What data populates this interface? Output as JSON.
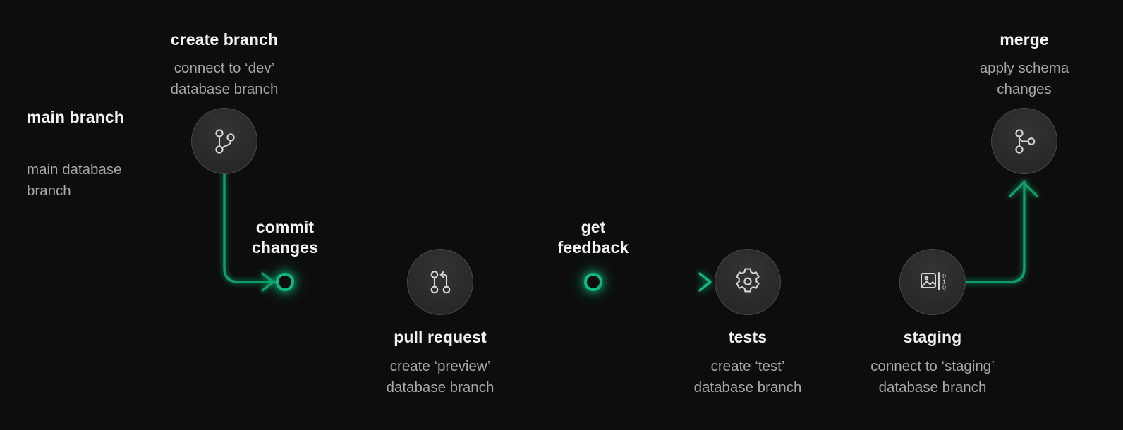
{
  "theme": {
    "background": "#0d0d0d",
    "accent_bright": "#10b981",
    "accent_dim": "#15803d",
    "node_fill": "#2b2b2b",
    "node_stroke": "#4a4a4a",
    "title_color": "#f2f2f2",
    "subtitle_color": "#a6a6a6"
  },
  "lanes": {
    "main_branch_label": "main branch",
    "main_database_label_line1": "main database",
    "main_database_label_line2": "branch",
    "solid_line_style": "solid",
    "dashed_line_style": "dashed"
  },
  "nodes": [
    {
      "id": "create-branch",
      "title": "create branch",
      "subtitle_line1": "connect to ‘dev’",
      "subtitle_line2": "database branch",
      "icon": "git-branch-icon",
      "kind": "circle",
      "label_position": "above"
    },
    {
      "id": "commit-changes",
      "title_line1": "commit",
      "title_line2": "changes",
      "icon": "commit-ring-icon",
      "kind": "ring",
      "label_position": "above"
    },
    {
      "id": "pull-request",
      "title": "pull request",
      "subtitle_line1": "create ‘preview’",
      "subtitle_line2": "database branch",
      "icon": "git-pull-request-icon",
      "kind": "circle",
      "label_position": "below"
    },
    {
      "id": "get-feedback",
      "title_line1": "get",
      "title_line2": "feedback",
      "icon": "feedback-ring-icon",
      "kind": "ring",
      "label_position": "above"
    },
    {
      "id": "tests",
      "title": "tests",
      "subtitle_line1": "create ‘test’",
      "subtitle_line2": "database branch",
      "icon": "gear-icon",
      "kind": "circle",
      "label_position": "below"
    },
    {
      "id": "staging",
      "title": "staging",
      "subtitle_line1": "connect to ‘staging’",
      "subtitle_line2": "database branch",
      "icon": "image-binary-icon",
      "kind": "circle",
      "label_position": "below"
    },
    {
      "id": "merge",
      "title": "merge",
      "subtitle_line1": "apply schema",
      "subtitle_line2": "changes",
      "icon": "git-merge-icon",
      "kind": "circle",
      "label_position": "above"
    }
  ]
}
